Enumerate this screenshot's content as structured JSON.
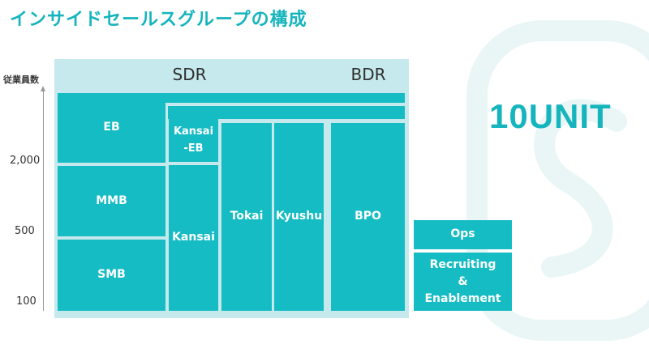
{
  "page": {
    "title": "インサイドセールスグループの構成",
    "unit_label": "10UNIT"
  },
  "axis": {
    "label": "従業員数",
    "ticks": [
      "2,000",
      "500",
      "100"
    ]
  },
  "headers": {
    "sdr": "SDR",
    "bdr": "BDR"
  },
  "units": {
    "eb": "EB",
    "mmb": "MMB",
    "smb": "SMB",
    "kansai_eb": "Kansai\n-EB",
    "kansai": "Kansai",
    "tokai": "Tokai",
    "kyushu": "Kyushu",
    "bpo": "BPO",
    "ops": "Ops",
    "recruiting": "Recruiting\n&\nEnablement"
  },
  "colors": {
    "accent": "#16bcc4",
    "title": "#16b5bd",
    "panel": "#c5e9ec",
    "logo": "#eaf6f6"
  },
  "icons": {
    "background": "s-logo-watermark-icon"
  }
}
